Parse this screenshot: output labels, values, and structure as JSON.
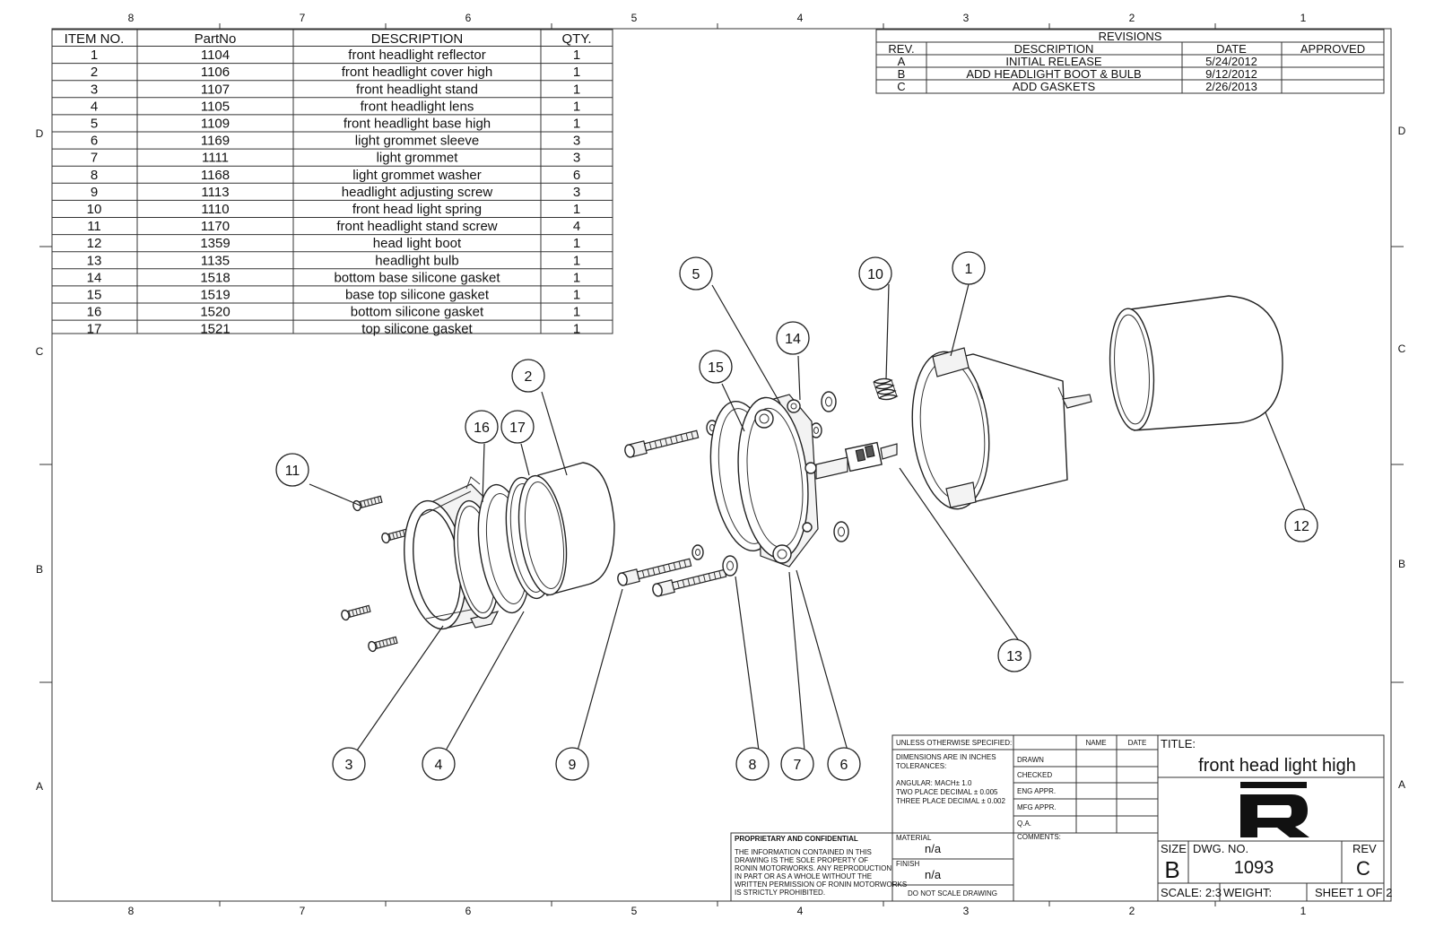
{
  "zones": {
    "cols": [
      "8",
      "7",
      "6",
      "5",
      "4",
      "3",
      "2",
      "1"
    ],
    "rows": [
      "D",
      "C",
      "B",
      "A"
    ]
  },
  "bom": {
    "headers": [
      "ITEM NO.",
      "PartNo",
      "DESCRIPTION",
      "QTY."
    ],
    "rows": [
      [
        "1",
        "1104",
        "front headlight reflector",
        "1"
      ],
      [
        "2",
        "1106",
        "front headlight cover high",
        "1"
      ],
      [
        "3",
        "1107",
        "front headlight stand",
        "1"
      ],
      [
        "4",
        "1105",
        "front headlight lens",
        "1"
      ],
      [
        "5",
        "1109",
        "front headlight base high",
        "1"
      ],
      [
        "6",
        "1169",
        "light grommet sleeve",
        "3"
      ],
      [
        "7",
        "1111",
        "light grommet",
        "3"
      ],
      [
        "8",
        "1168",
        "light grommet washer",
        "6"
      ],
      [
        "9",
        "1113",
        "headlight adjusting screw",
        "3"
      ],
      [
        "10",
        "1110",
        "front head light spring",
        "1"
      ],
      [
        "11",
        "1170",
        "front headlight stand screw",
        "4"
      ],
      [
        "12",
        "1359",
        "head light boot",
        "1"
      ],
      [
        "13",
        "1135",
        "headlight bulb",
        "1"
      ],
      [
        "14",
        "1518",
        "bottom base silicone gasket",
        "1"
      ],
      [
        "15",
        "1519",
        "base top silicone gasket",
        "1"
      ],
      [
        "16",
        "1520",
        "bottom silicone gasket",
        "1"
      ],
      [
        "17",
        "1521",
        "top silicone gasket",
        "1"
      ]
    ]
  },
  "revisions": {
    "title": "REVISIONS",
    "headers": [
      "REV.",
      "DESCRIPTION",
      "DATE",
      "APPROVED"
    ],
    "rows": [
      [
        "A",
        "INITIAL RELEASE",
        "5/24/2012",
        ""
      ],
      [
        "B",
        "ADD HEADLIGHT BOOT & BULB",
        "9/12/2012",
        ""
      ],
      [
        "C",
        "ADD GASKETS",
        "2/26/2013",
        ""
      ]
    ]
  },
  "balloons": [
    "1",
    "2",
    "3",
    "4",
    "5",
    "6",
    "7",
    "8",
    "9",
    "10",
    "11",
    "12",
    "13",
    "14",
    "15",
    "16",
    "17"
  ],
  "title_block": {
    "unless": "UNLESS OTHERWISE SPECIFIED:",
    "name_hdr": "NAME",
    "date_hdr": "DATE",
    "dims": "DIMENSIONS ARE IN INCHES",
    "tol": "TOLERANCES:",
    "angular": "ANGULAR: MACH± 1.0",
    "two_place": "TWO PLACE DECIMAL    ± 0.005",
    "three_place": "THREE PLACE DECIMAL  ± 0.002",
    "drawn": "DRAWN",
    "checked": "CHECKED",
    "eng_appr": "ENG APPR.",
    "mfg_appr": "MFG APPR.",
    "qa": "Q.A.",
    "comments": "COMMENTS:",
    "material_label": "MATERIAL",
    "material_value": "n/a",
    "finish_label": "FINISH",
    "finish_value": "n/a",
    "do_not_scale": "DO NOT SCALE DRAWING",
    "prop_title": "PROPRIETARY AND CONFIDENTIAL",
    "prop_lines": [
      "THE INFORMATION CONTAINED IN THIS",
      "DRAWING IS THE SOLE PROPERTY OF",
      "RONIN MOTORWORKS.  ANY REPRODUCTION",
      "IN PART OR AS A WHOLE WITHOUT THE",
      "WRITTEN PERMISSION OF RONIN MOTORWORKS",
      "IS STRICTLY PROHIBITED."
    ],
    "title_label": "TITLE:",
    "title": "front head light high",
    "size_label": "SIZE",
    "size": "B",
    "dwg_label": "DWG.  NO.",
    "dwg_no": "1093",
    "rev_label": "REV",
    "rev": "C",
    "scale": "SCALE: 2:3",
    "weight": "WEIGHT:",
    "sheet": "SHEET 1 OF 2",
    "logo": "R"
  }
}
